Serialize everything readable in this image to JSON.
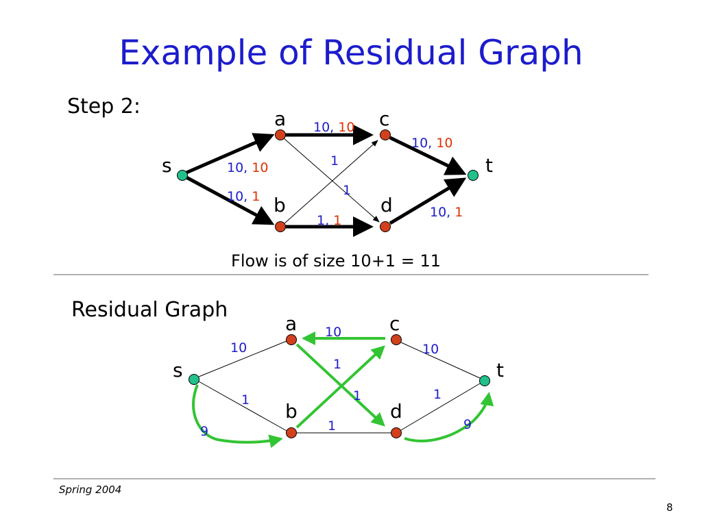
{
  "title": "Example of Residual Graph",
  "step_label": "Step 2:",
  "flow_text": "Flow is of size 10+1 = 11",
  "residual_label": "Residual Graph",
  "footer_text": "Spring 2004",
  "page_number": "8",
  "colors": {
    "title": "#1c1ccc",
    "capacity": "#1c1ccc",
    "flow": "#e03000",
    "residual_edge": "#33c433",
    "node_source_sink": "#22c08c",
    "node_inner": "#d2401c"
  },
  "top_graph": {
    "nodes": {
      "s": "s",
      "a": "a",
      "b": "b",
      "c": "c",
      "d": "d",
      "t": "t"
    },
    "edges": {
      "sa": {
        "capacity": "10,",
        "flow": "10"
      },
      "sb": {
        "capacity": "10,",
        "flow": "1"
      },
      "ac": {
        "capacity": "10,",
        "flow": "10"
      },
      "bd": {
        "capacity": "1,",
        "flow": "1"
      },
      "ct": {
        "capacity": "10,",
        "flow": "10"
      },
      "dt": {
        "capacity": "10,",
        "flow": "1"
      },
      "bc": {
        "capacity": "1"
      },
      "ad": {
        "capacity": "1"
      }
    }
  },
  "residual_graph": {
    "nodes": {
      "s": "s",
      "a": "a",
      "b": "b",
      "c": "c",
      "d": "d",
      "t": "t"
    },
    "edges": {
      "sa": "10",
      "sb": "1",
      "bs": "9",
      "ca": "10",
      "ct": "10",
      "bc": "1",
      "ad": "1",
      "bd": "1",
      "dt": "1",
      "td": "9"
    }
  }
}
